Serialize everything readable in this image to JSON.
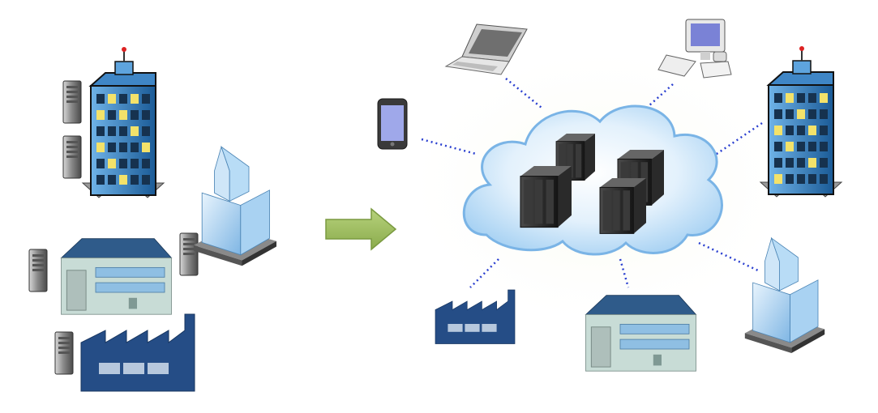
{
  "diagram": {
    "kind": "on-premises-to-cloud migration",
    "text_labels": [],
    "legend": null
  },
  "colors": {
    "background": "#ffffff",
    "arrow_fill": "#9bbb59",
    "arrow_stroke": "#7a9a40",
    "connector": "#2a3fd0",
    "cloud_fill": "#cfe8fb",
    "cloud_stroke": "#7ab4e6",
    "server_dark": "#2b2b2b",
    "server_light": "#9a9a9a",
    "tower_blue": "#1f5f9c",
    "tower_window": "#f3e26a",
    "factory_blue": "#254d86",
    "house_wall": "#c9dbd7",
    "house_roof": "#2f5b8a",
    "glass_blue": "#9cc8ee"
  },
  "left_group": {
    "items": [
      {
        "id": "tower",
        "icon": "office-tower-icon",
        "servers": 2
      },
      {
        "id": "glass-building",
        "icon": "glass-building-icon",
        "servers": 1
      },
      {
        "id": "house",
        "icon": "house-office-icon",
        "servers": 1
      },
      {
        "id": "factory",
        "icon": "factory-icon",
        "servers": 1
      }
    ]
  },
  "transition_arrow": {
    "icon": "right-arrow-icon",
    "direction": "right"
  },
  "right_group": {
    "hub": {
      "icon": "cloud-icon",
      "contents": "server-racks-icon",
      "racks": 4
    },
    "devices": [
      {
        "id": "laptop",
        "icon": "laptop-icon"
      },
      {
        "id": "desktop",
        "icon": "desktop-computer-icon"
      },
      {
        "id": "phone",
        "icon": "smartphone-icon"
      },
      {
        "id": "tower",
        "icon": "office-tower-icon"
      },
      {
        "id": "glass-building",
        "icon": "glass-building-icon"
      },
      {
        "id": "house",
        "icon": "house-office-icon"
      },
      {
        "id": "factory",
        "icon": "factory-icon"
      }
    ]
  }
}
